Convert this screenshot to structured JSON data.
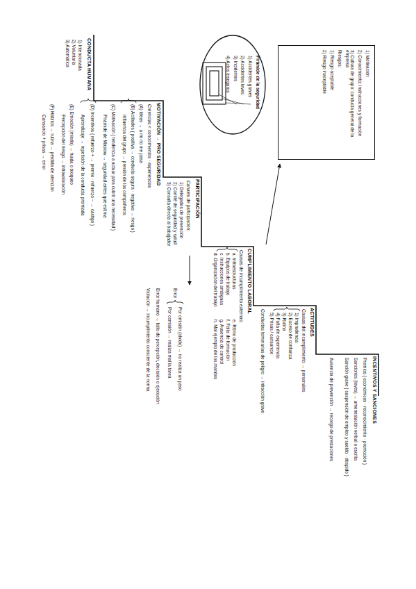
{
  "diagram": {
    "nodes": [
      {
        "text": [
          "1) Motivación",
          "2) Conocimiento: instrucciones y formación",
          "3) Cultura de grupo: conducta general de la empresa",
          "Riesgos:",
          "1) Riesgo aceptable",
          "2) Riesgo inaceptable"
        ]
      },
      {
        "text": [
          "Pirámide de la seguridad",
          "1) Accidentes graves",
          "2) Accidentes leves",
          "3) Incidentes",
          "4) Actos inseguros"
        ]
      }
    ],
    "labels": [
      "CONDUCTA HUMANA",
      "1) Intencionada",
      "2) Voluntaria",
      "3) Automática",
      "MOTIVACIÓN → PRO SEGURIDAD",
      "Creencias < conocimientos · experiencias",
      "(A) Ideas → a mí no me pasa",
      "(B) Actitudes { positiva → conducta segura · negativa → riesgo }",
      "Influencia del grupo → presión de los compañeros",
      "(C) Motivación { tendencia a actuar para cubrir una necesidad }",
      "Pirámide de Maslow → seguridad antes que estima",
      "(D) Incentivos { refuerzo + → premio · refuerzo − → castigo }",
      "Aprendizaje → repetición de la conducta premiada",
      "(E) Emoción (miedo) → huida o bloqueo",
      "Percepción del riesgo → infravaloración",
      "(F) Hábitos → rutina → pérdida de atención",
      "Cansancio + prisas → error",
      "PARTICIPACIÓN",
      "Canales de participación:",
      "1) Delegados de prevención",
      "2) Comité de seguridad y salud",
      "3) Consulta directa al trabajador",
      "Error",
      "Por omisión (olvido) → no realiza un paso",
      "Por comisión → realiza mal la tarea",
      "Error humano → fallo de percepción, decisión o ejecución",
      "Violación → incumplimiento consciente de la norma",
      "CUMPLIMIENTO LABORAL",
      "Causas de incumplimiento externas:",
      "a. Infraestructuras",
      "b. Equipos de trabajo",
      "c. Instrucciones ambiguas",
      "d. Organización del trabajo",
      "e. Ritmo de producción",
      "f. Falta de formación",
      "g. Ausencia de control",
      "h. Mal ejemplo de los mandos",
      "ACTITUDES",
      "Causas del incumplimiento → personales",
      "1) Imprudencia",
      "2) Exceso de confianza",
      "3) Rutina",
      "4) Falta de experiencia",
      "5) Prisas / cansancio",
      "Conductas temerarias de peligro → infracción grave",
      "INCENTIVOS Y SANCIONES",
      "Premios { económicos · reconocimiento · promoción }",
      "Sanciones (leves) → amonestación verbal o escrita",
      "Sanción grave { suspensión de empleo y sueldo · despido }",
      "Ausencia de prevención → recargo de prestaciones"
    ]
  }
}
